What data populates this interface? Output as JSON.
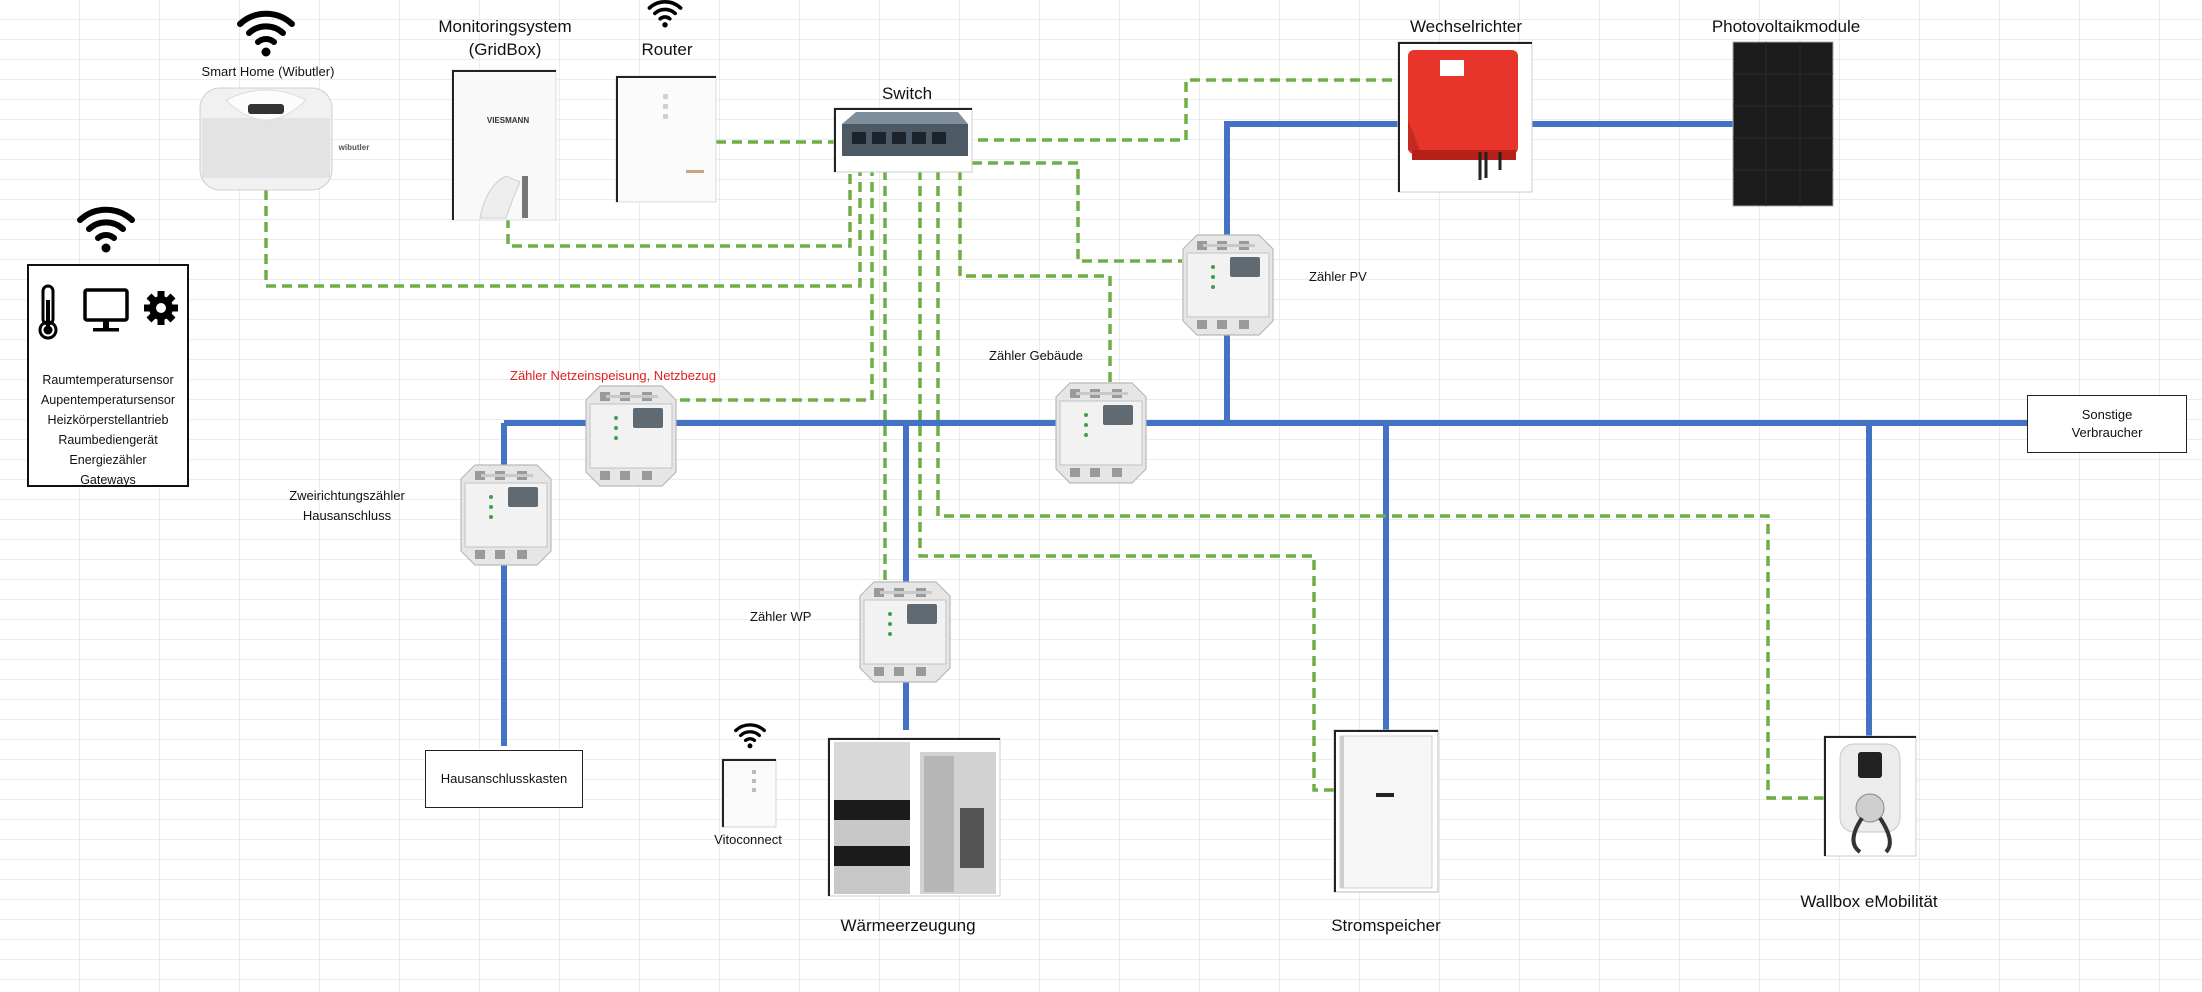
{
  "devices": {
    "smart_home": "Smart Home (Wibutler)",
    "smart_home_brand": "wibutler",
    "monitoring_line1": "Monitoringsystem",
    "monitoring_line2": "(GridBox)",
    "monitoring_brand": "VIESMANN",
    "router": "Router",
    "switch": "Switch",
    "inverter": "Wechselrichter",
    "pv_modules": "Photovoltaikmodule",
    "meter_pv": "Zähler PV",
    "meter_building": "Zähler Gebäude",
    "meter_grid": "Zähler Netzeinspeisung, Netzbezug",
    "meter_bidirectional_line1": "Zweirichtungszähler",
    "meter_bidirectional_line2": "Hausanschluss",
    "meter_hp": "Zähler WP",
    "house_connection_box": "Hausanschlusskasten",
    "vitoconnect": "Vitoconnect",
    "heat_generation": "Wärmeerzeugung",
    "battery": "Stromspeicher",
    "wallbox": "Wallbox eMobilität",
    "other_consumers_line1": "Sonstige",
    "other_consumers_line2": "Verbraucher"
  },
  "legend": {
    "icons": [
      "thermometer-icon",
      "monitor-icon",
      "gear-icon"
    ],
    "items": [
      "Raumtemperatursensor",
      "Aupentemperatursensor",
      "Heizkörperstellantrieb",
      "Raumbediengerät",
      "Energiezähler",
      "Gateways"
    ]
  },
  "colors": {
    "power_line": "#4472C4",
    "data_line": "#70AD47",
    "meter_grid_label": "#E02020",
    "inverter": "#E8352C",
    "pv_module": "#1C1C1C"
  }
}
